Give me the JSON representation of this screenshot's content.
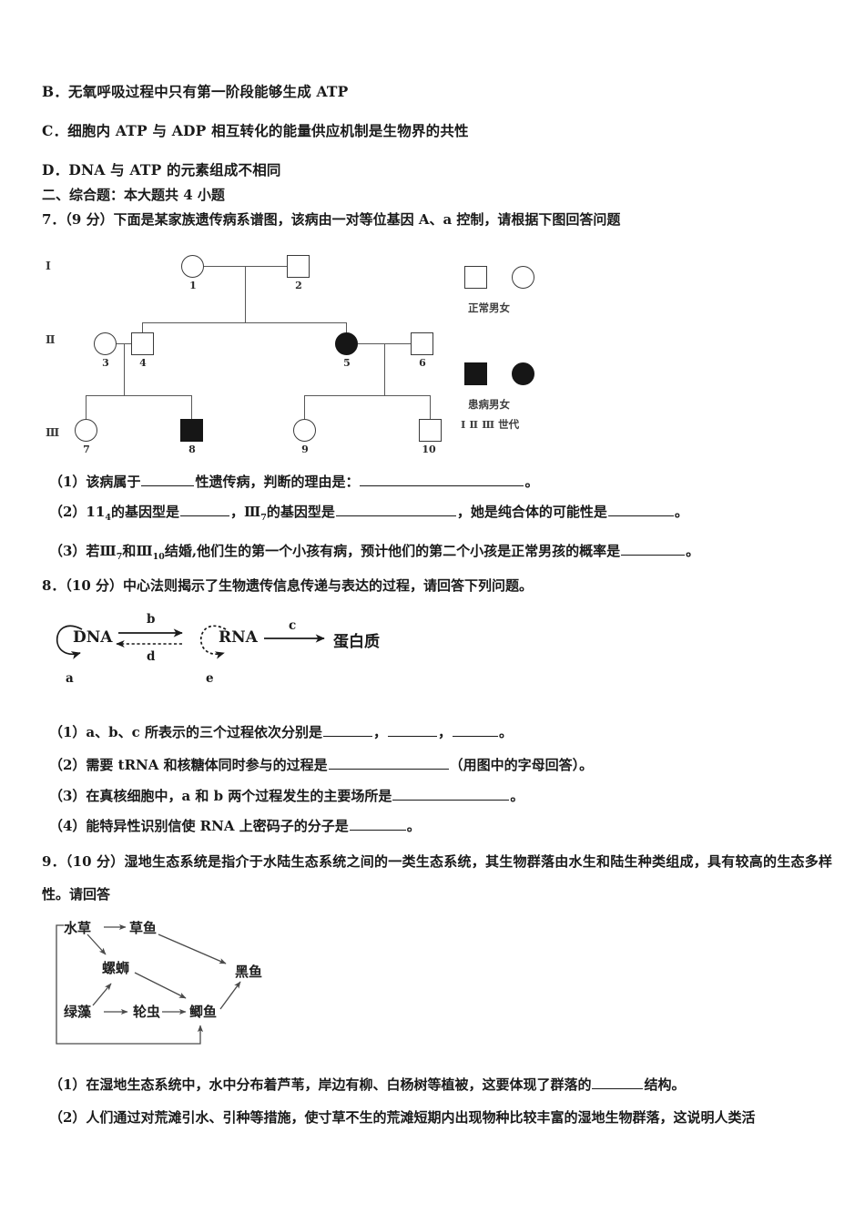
{
  "options": {
    "b": "B．无氧呼吸过程中只有第一阶段能够生成 ATP",
    "c": "C．细胞内 ATP 与 ADP 相互转化的能量供应机制是生物界的共性",
    "d": "D．DNA 与 ATP 的元素组成不相同"
  },
  "section_heading": "二、综合题：本大题共 4 小题",
  "q7": {
    "heading": "7．（9 分）下面是某家族遗传病系谱图，该病由一对等位基因 A、a 控制，请根据下图回答问题",
    "pedigree": {
      "generations": [
        "Ⅰ",
        "Ⅱ",
        "Ⅲ"
      ],
      "individuals": [
        {
          "id": "1",
          "gen": "Ⅰ",
          "sex": "female",
          "affected": false
        },
        {
          "id": "2",
          "gen": "Ⅰ",
          "sex": "male",
          "affected": false
        },
        {
          "id": "3",
          "gen": "Ⅱ",
          "sex": "female",
          "affected": false
        },
        {
          "id": "4",
          "gen": "Ⅱ",
          "sex": "male",
          "affected": false
        },
        {
          "id": "5",
          "gen": "Ⅱ",
          "sex": "female",
          "affected": true
        },
        {
          "id": "6",
          "gen": "Ⅱ",
          "sex": "male",
          "affected": false
        },
        {
          "id": "7",
          "gen": "Ⅲ",
          "sex": "female",
          "affected": false
        },
        {
          "id": "8",
          "gen": "Ⅲ",
          "sex": "male",
          "affected": true
        },
        {
          "id": "9",
          "gen": "Ⅲ",
          "sex": "female",
          "affected": false
        },
        {
          "id": "10",
          "gen": "Ⅲ",
          "sex": "male",
          "affected": false
        }
      ],
      "legend": {
        "normal_caption": "正常男女",
        "affected_caption": "患病男女",
        "generation_caption": "Ⅰ Ⅱ Ⅲ 世代"
      }
    },
    "sub1_a": "（1）该病属于",
    "sub1_b": "性遗传病，判断的理由是：",
    "sub1_c": "。",
    "sub2_a": "（2）11",
    "sub2_a_sub": "4",
    "sub2_b": "的基因型是",
    "sub2_c": "，Ⅲ",
    "sub2_c_sub": "7",
    "sub2_d": "的基因型是",
    "sub2_e": "，她是纯合体的可能性是",
    "sub2_f": "。",
    "sub3_a": "（3）若Ⅲ",
    "sub3_a_sub": "7",
    "sub3_b": "和Ⅲ",
    "sub3_b_sub": "10",
    "sub3_c": "结婚,他们生的第一个小孩有病，预计他们的第二个小孩是正常男孩的概率是",
    "sub3_d": "。"
  },
  "q8": {
    "heading": "8．（10 分）中心法则揭示了生物遗传信息传递与表达的过程，请回答下列问题。",
    "diagram": {
      "nodes": [
        "DNA",
        "RNA",
        "蛋白质"
      ],
      "labels": {
        "a": "a",
        "b": "b",
        "c": "c",
        "d": "d",
        "e": "e"
      },
      "processes": [
        {
          "label": "a",
          "from": "DNA",
          "to": "DNA",
          "style": "solid"
        },
        {
          "label": "b",
          "from": "DNA",
          "to": "RNA",
          "style": "solid"
        },
        {
          "label": "c",
          "from": "RNA",
          "to": "蛋白质",
          "style": "solid"
        },
        {
          "label": "d",
          "from": "RNA",
          "to": "DNA",
          "style": "dashed"
        },
        {
          "label": "e",
          "from": "RNA",
          "to": "RNA",
          "style": "dashed"
        }
      ]
    },
    "sub1_a": "（1）a、b、c 所表示的三个过程依次分别是",
    "sub1_b": "，",
    "sub1_c": "，",
    "sub1_d": "。",
    "sub2_a": "（2）需要 tRNA 和核糖体同时参与的过程是",
    "sub2_b": "（用图中的字母回答）。",
    "sub3_a": "（3）在真核细胞中，a 和 b 两个过程发生的主要场所是",
    "sub3_b": "。",
    "sub4_a": "（4）能特异性识别信使 RNA 上密码子的分子是",
    "sub4_b": "。"
  },
  "q9": {
    "heading": "9．（10 分）湿地生态系统是指介于水陆生态系统之间的一类生态系统，其生物群落由水生和陆生种类组成，具有较高的生态多样性。请回答",
    "foodweb": {
      "organisms": [
        "水草",
        "草鱼",
        "螺蛳",
        "黑鱼",
        "绿藻",
        "轮虫",
        "鲫鱼"
      ],
      "edges": [
        {
          "from": "水草",
          "to": "草鱼"
        },
        {
          "from": "水草",
          "to": "螺蛳"
        },
        {
          "from": "草鱼",
          "to": "黑鱼"
        },
        {
          "from": "螺蛳",
          "to": "鲫鱼"
        },
        {
          "from": "绿藻",
          "to": "螺蛳"
        },
        {
          "from": "绿藻",
          "to": "轮虫"
        },
        {
          "from": "轮虫",
          "to": "鲫鱼"
        },
        {
          "from": "鲫鱼",
          "to": "黑鱼"
        },
        {
          "from": "水草",
          "to": "鲫鱼"
        }
      ]
    },
    "sub1_a": "（1）在湿地生态系统中，水中分布着芦苇，岸边有柳、白杨树等植被，这要体现了群落的",
    "sub1_b": "结构。",
    "sub2": "（2）人们通过对荒滩引水、引种等措施，使寸草不生的荒滩短期内出现物种比较丰富的湿地生物群落，这说明人类活"
  }
}
